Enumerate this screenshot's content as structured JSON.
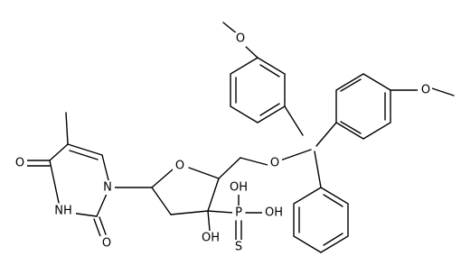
{
  "atom_labels": {
    "o_top_methoxy_oxygen": "O",
    "o_top_methoxy_methyl": "",
    "o_right_methoxy": "O",
    "o_ether": "O",
    "o_ring": "O",
    "n1": "N",
    "nh": "NH",
    "o_c4": "O",
    "o_c2": "O",
    "oh_ring": "OH",
    "p": "P",
    "oh_p_top": "OH",
    "oh_p_right": "OH",
    "s": "S"
  }
}
